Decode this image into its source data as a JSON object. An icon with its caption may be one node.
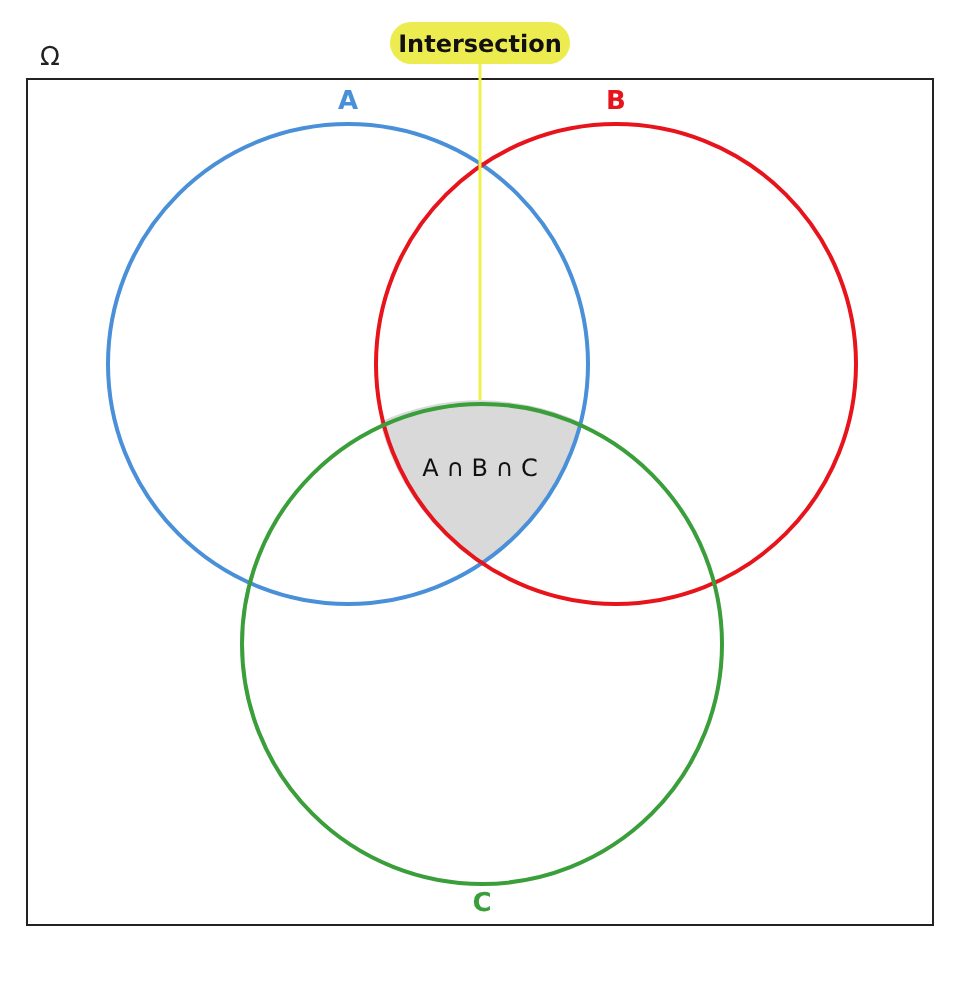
{
  "diagram": {
    "nodes": [
      {
        "text": [
          "Ω"
        ]
      },
      {
        "text": [
          "A"
        ],
        "in": 0
      },
      {
        "text": [
          "B"
        ],
        "in": 0
      },
      {
        "text": [
          "C"
        ],
        "in": 0
      },
      {
        "text": [
          "A ∩ B ∩ C"
        ]
      },
      {
        "text": [
          "Intersection"
        ]
      }
    ],
    "edges": [
      {
        "from": 5,
        "to": 4,
        "arrow": "none",
        "color": "#f0f04a"
      }
    ]
  }
}
